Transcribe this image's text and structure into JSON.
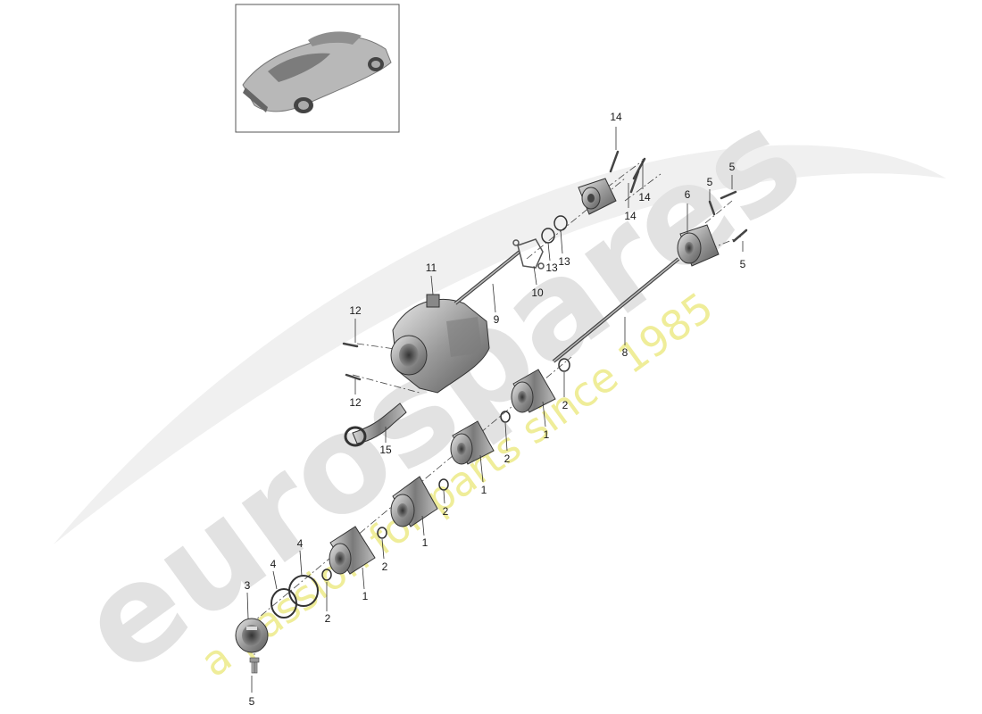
{
  "watermark": {
    "brand": "eurospares",
    "tagline": "a passion for parts since 1985",
    "brand_color": "#e2e2e2",
    "tagline_color": "#efed99"
  },
  "thumbnail": {
    "subject": "car-thumbnail"
  },
  "callouts": [
    {
      "id": "c14a",
      "label": "14"
    },
    {
      "id": "c14b",
      "label": "14"
    },
    {
      "id": "c14c",
      "label": "14"
    },
    {
      "id": "c5a",
      "label": "5"
    },
    {
      "id": "c5b",
      "label": "5"
    },
    {
      "id": "c6",
      "label": "6"
    },
    {
      "id": "c5c",
      "label": "5"
    },
    {
      "id": "c13a",
      "label": "13"
    },
    {
      "id": "c13b",
      "label": "13"
    },
    {
      "id": "c10",
      "label": "10"
    },
    {
      "id": "c11",
      "label": "11"
    },
    {
      "id": "c9",
      "label": "9"
    },
    {
      "id": "c8",
      "label": "8"
    },
    {
      "id": "c12a",
      "label": "12"
    },
    {
      "id": "c12b",
      "label": "12"
    },
    {
      "id": "c15",
      "label": "15"
    },
    {
      "id": "c2a",
      "label": "2"
    },
    {
      "id": "c1a",
      "label": "1"
    },
    {
      "id": "c2b",
      "label": "2"
    },
    {
      "id": "c1b",
      "label": "1"
    },
    {
      "id": "c2c",
      "label": "2"
    },
    {
      "id": "c1c",
      "label": "1"
    },
    {
      "id": "c2d",
      "label": "2"
    },
    {
      "id": "c1d",
      "label": "1"
    },
    {
      "id": "c2e",
      "label": "2"
    },
    {
      "id": "c4a",
      "label": "4"
    },
    {
      "id": "c4b",
      "label": "4"
    },
    {
      "id": "c3",
      "label": "3"
    },
    {
      "id": "c5d",
      "label": "5"
    }
  ]
}
